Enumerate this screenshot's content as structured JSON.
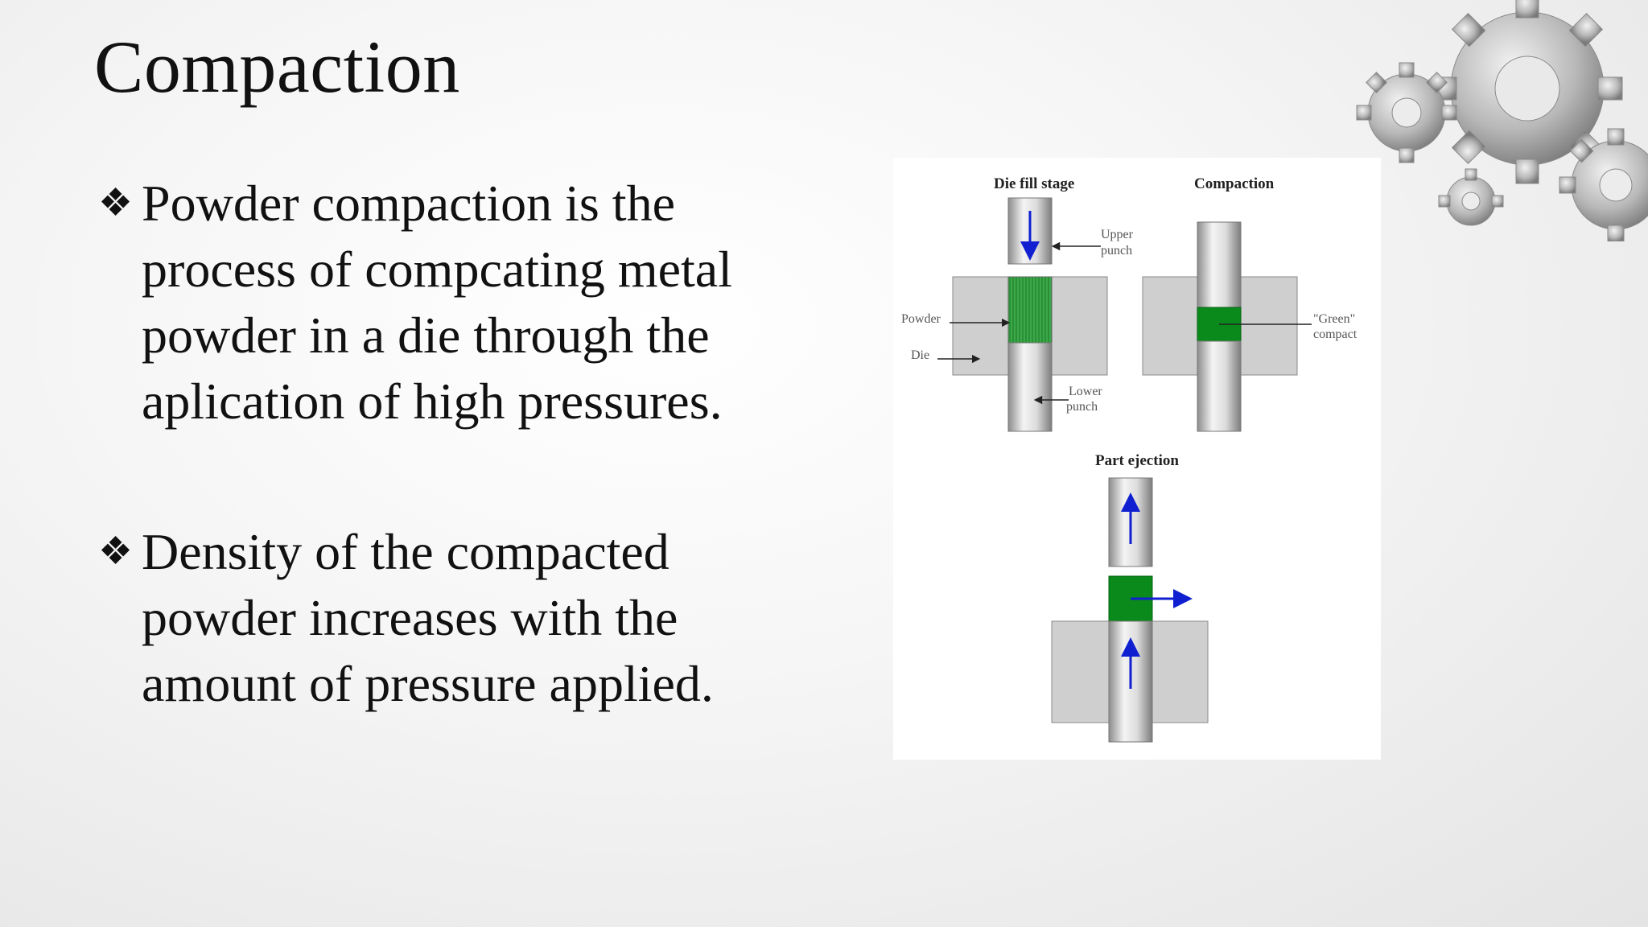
{
  "slide": {
    "title": "Compaction",
    "bullet_marker": "❖",
    "bullets": [
      "Powder compaction is the process of compcating metal powder in a die through the aplication of high pressures.",
      "Density of the compacted powder increases with the amount of pressure applied."
    ]
  },
  "figure": {
    "labels": {
      "die_fill_stage": "Die fill stage",
      "compaction": "Compaction",
      "part_ejection": "Part ejection",
      "upper": "Upper",
      "punch": "punch",
      "powder": "Powder",
      "die": "Die",
      "lower": "Lower",
      "green": "\"Green\"",
      "compact": "compact"
    },
    "colors": {
      "green_compact": "#0a8a1a",
      "powder_fill": "#2e9a3a",
      "arrow_blue": "#1020d0",
      "die_gray": "#cfcfcf"
    }
  }
}
